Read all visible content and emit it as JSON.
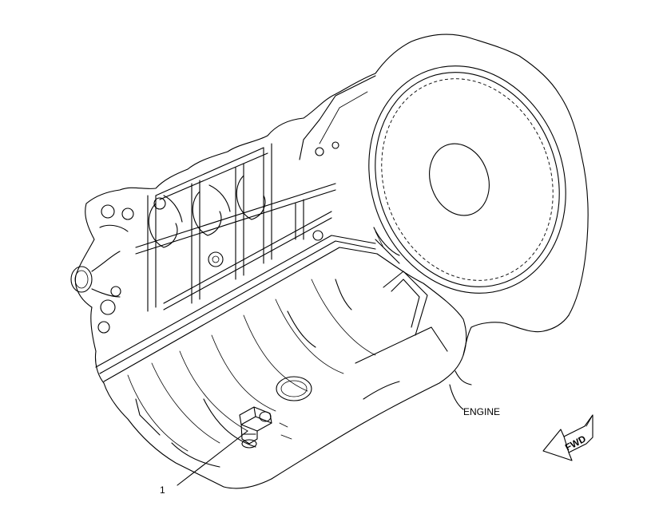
{
  "callouts": {
    "engine": "ENGINE",
    "part_number": "1"
  },
  "direction_arrow": {
    "label": "FWD"
  }
}
